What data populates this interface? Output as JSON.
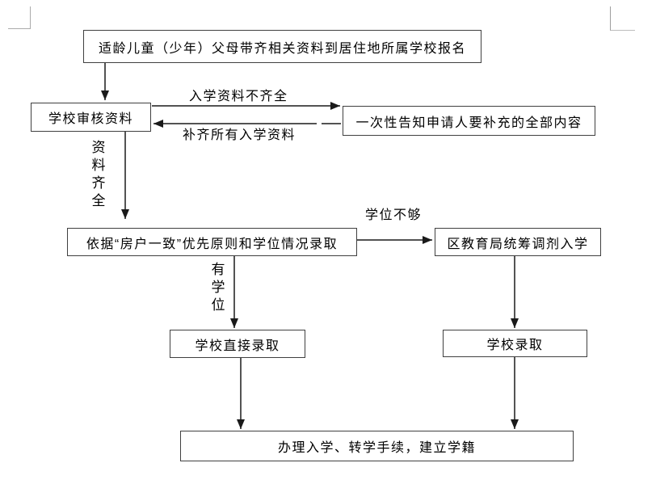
{
  "document": {
    "background": "#ffffff",
    "type_hint": "enrollment-flowchart"
  },
  "colors": {
    "box_border": "#404040",
    "arrow": "#1a1a1a",
    "text": "#000000",
    "margin_mark": "#ababab"
  },
  "nodes": [
    {
      "id": "register",
      "label": "适龄儿童（少年）父母带齐相关资料到居住地所属学校报名"
    },
    {
      "id": "review",
      "label": "学校审核资料"
    },
    {
      "id": "notify",
      "label": "一次性告知申请人要补充的全部内容"
    },
    {
      "id": "principle",
      "label": "依据“房户一致”优先原则和学位情况录取"
    },
    {
      "id": "coordinate",
      "label": "区教育局统筹调剂入学"
    },
    {
      "id": "direct",
      "label": "学校直接录取"
    },
    {
      "id": "admit",
      "label": "学校录取"
    },
    {
      "id": "procedure",
      "label": "办理入学、转学手续，建立学籍"
    }
  ],
  "edge_labels": {
    "materials_incomplete": "入学资料不齐全",
    "resubmit_materials": "补齐所有入学资料",
    "materials_complete": "资料齐全",
    "no_seats": "学位不够",
    "has_seats": "有学位"
  }
}
